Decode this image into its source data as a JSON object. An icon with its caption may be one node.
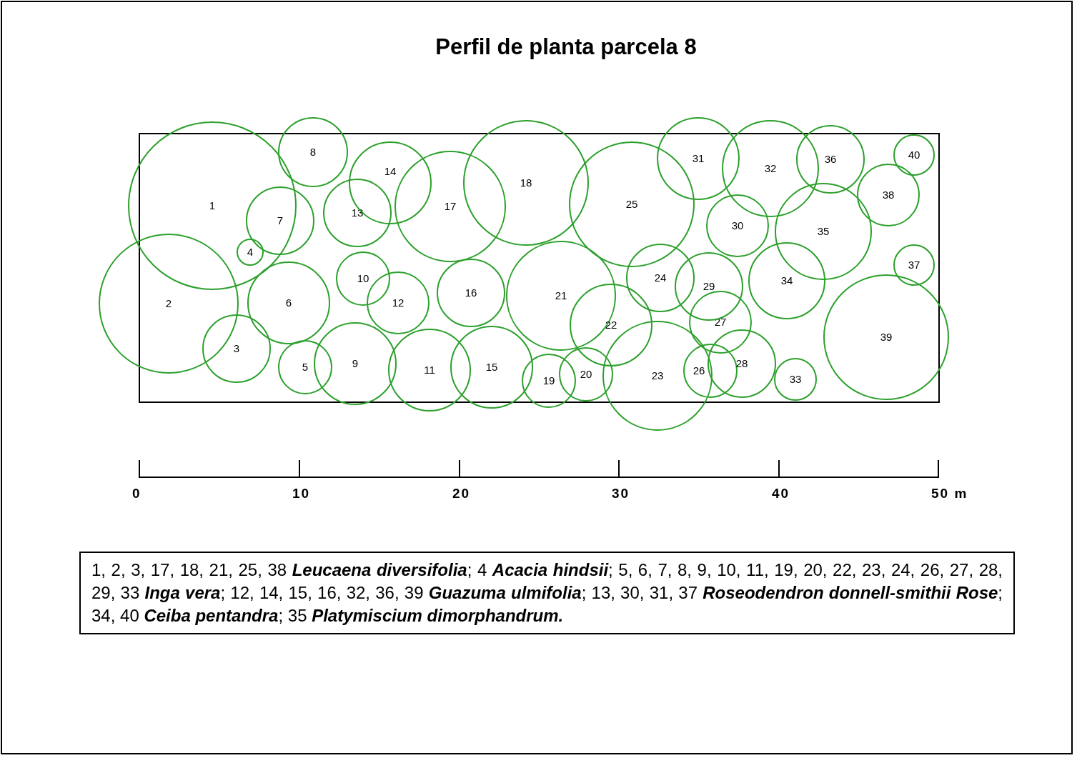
{
  "diagram": {
    "title": "Perfil de planta parcela 8",
    "nodes": [
      {
        "text": [
          "1"
        ]
      },
      {
        "text": [
          "2"
        ]
      },
      {
        "text": [
          "3"
        ]
      },
      {
        "text": [
          "4"
        ],
        "in": 0
      },
      {
        "text": [
          "5"
        ]
      },
      {
        "text": [
          "6"
        ]
      },
      {
        "text": [
          "7"
        ]
      },
      {
        "text": [
          "8"
        ]
      },
      {
        "text": [
          "9"
        ]
      },
      {
        "text": [
          "10"
        ]
      },
      {
        "text": [
          "11"
        ]
      },
      {
        "text": [
          "12"
        ]
      },
      {
        "text": [
          "13"
        ]
      },
      {
        "text": [
          "14"
        ]
      },
      {
        "text": [
          "15"
        ]
      },
      {
        "text": [
          "16"
        ]
      },
      {
        "text": [
          "17"
        ]
      },
      {
        "text": [
          "18"
        ]
      },
      {
        "text": [
          "19"
        ]
      },
      {
        "text": [
          "20"
        ]
      },
      {
        "text": [
          "21"
        ]
      },
      {
        "text": [
          "22"
        ]
      },
      {
        "text": [
          "23"
        ]
      },
      {
        "text": [
          "24"
        ]
      },
      {
        "text": [
          "25"
        ]
      },
      {
        "text": [
          "26"
        ]
      },
      {
        "text": [
          "27"
        ]
      },
      {
        "text": [
          "28"
        ]
      },
      {
        "text": [
          "29"
        ]
      },
      {
        "text": [
          "30"
        ]
      },
      {
        "text": [
          "31"
        ]
      },
      {
        "text": [
          "32"
        ]
      },
      {
        "text": [
          "33"
        ]
      },
      {
        "text": [
          "34"
        ]
      },
      {
        "text": [
          "35"
        ]
      },
      {
        "text": [
          "36"
        ]
      },
      {
        "text": [
          "37"
        ]
      },
      {
        "text": [
          "38"
        ]
      },
      {
        "text": [
          "39"
        ]
      },
      {
        "text": [
          "40"
        ]
      },
      {
        "text": [
          "1, 2, 3, 17, 18, 21, 25, 38 **Leucaena diversifolia**; 4 **Acacia hindsii**; 5, 6, 7, 8, 9, 10, 11, 19, 20, 22, 23, 24, 26, 27, 28, 29, 33 **Inga vera**; 12, 14, 15, 16, 32, 36, 39 **Guazuma ulmifolia**; 13, 30, 31, 37 **Roseodendron donnell-smithii Rose**; 34, 40 **Ceiba pentandra**; 35 **Platymiscium dimorphandrum.**"
        ]
      }
    ],
    "edges": [],
    "labels": [
      "0",
      "10",
      "20",
      "30",
      "40",
      "50 m"
    ]
  }
}
